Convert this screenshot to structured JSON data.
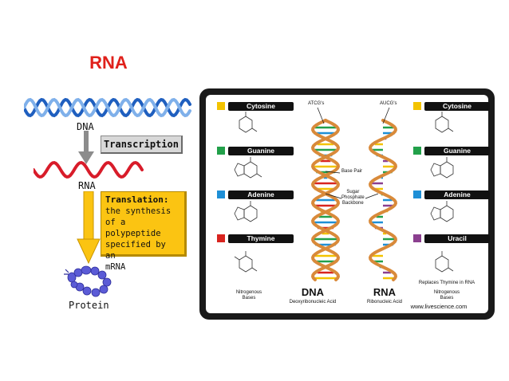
{
  "slide": {
    "title": "RNA",
    "dna_label": "DNA",
    "rna_label": "RNA",
    "transcription": "Transcription",
    "translation_title": "Translation",
    "translation_text_lines": [
      "the synthesis",
      "of a polypeptide",
      "specified by an",
      "mRNA"
    ],
    "protein_label": "Protein"
  },
  "poster": {
    "dna_bases": [
      {
        "name": "Cytosine",
        "color": "#f3c300"
      },
      {
        "name": "Guanine",
        "color": "#22a04a"
      },
      {
        "name": "Adenine",
        "color": "#1e8fd6"
      },
      {
        "name": "Thymine",
        "color": "#d8241f"
      }
    ],
    "rna_bases": [
      {
        "name": "Cytosine",
        "color": "#f3c300"
      },
      {
        "name": "Guanine",
        "color": "#22a04a"
      },
      {
        "name": "Adenine",
        "color": "#1e8fd6"
      },
      {
        "name": "Uracil",
        "color": "#8b3f8f"
      }
    ],
    "atcg_label": "ATCG's",
    "aucg_label": "AUCG's",
    "base_pair_label": "Base Pair",
    "backbone_label_lines": [
      "Sugar",
      "Phosphate",
      "Backbone"
    ],
    "dna_title": "DNA",
    "dna_sub": "Deoxyribonucleic Acid",
    "rna_title": "RNA",
    "rna_sub": "Ribonucleic Acid",
    "left_bases_caption_lines": [
      "Nitrogenous",
      "Bases"
    ],
    "replaces_note": "Replaces Thymine in RNA",
    "right_bases_caption_lines": [
      "Nitrogenous",
      "Bases"
    ],
    "website": "www.livescience.com"
  },
  "colors": {
    "title_red": "#e0211b",
    "dna_helix_blue": "#1f5fbf",
    "rna_helix_red": "#d81c2a",
    "translation_yellow": "#fbc412",
    "backbone_orange": "#d98a3a",
    "protein_blue": "#5b5bd6"
  }
}
